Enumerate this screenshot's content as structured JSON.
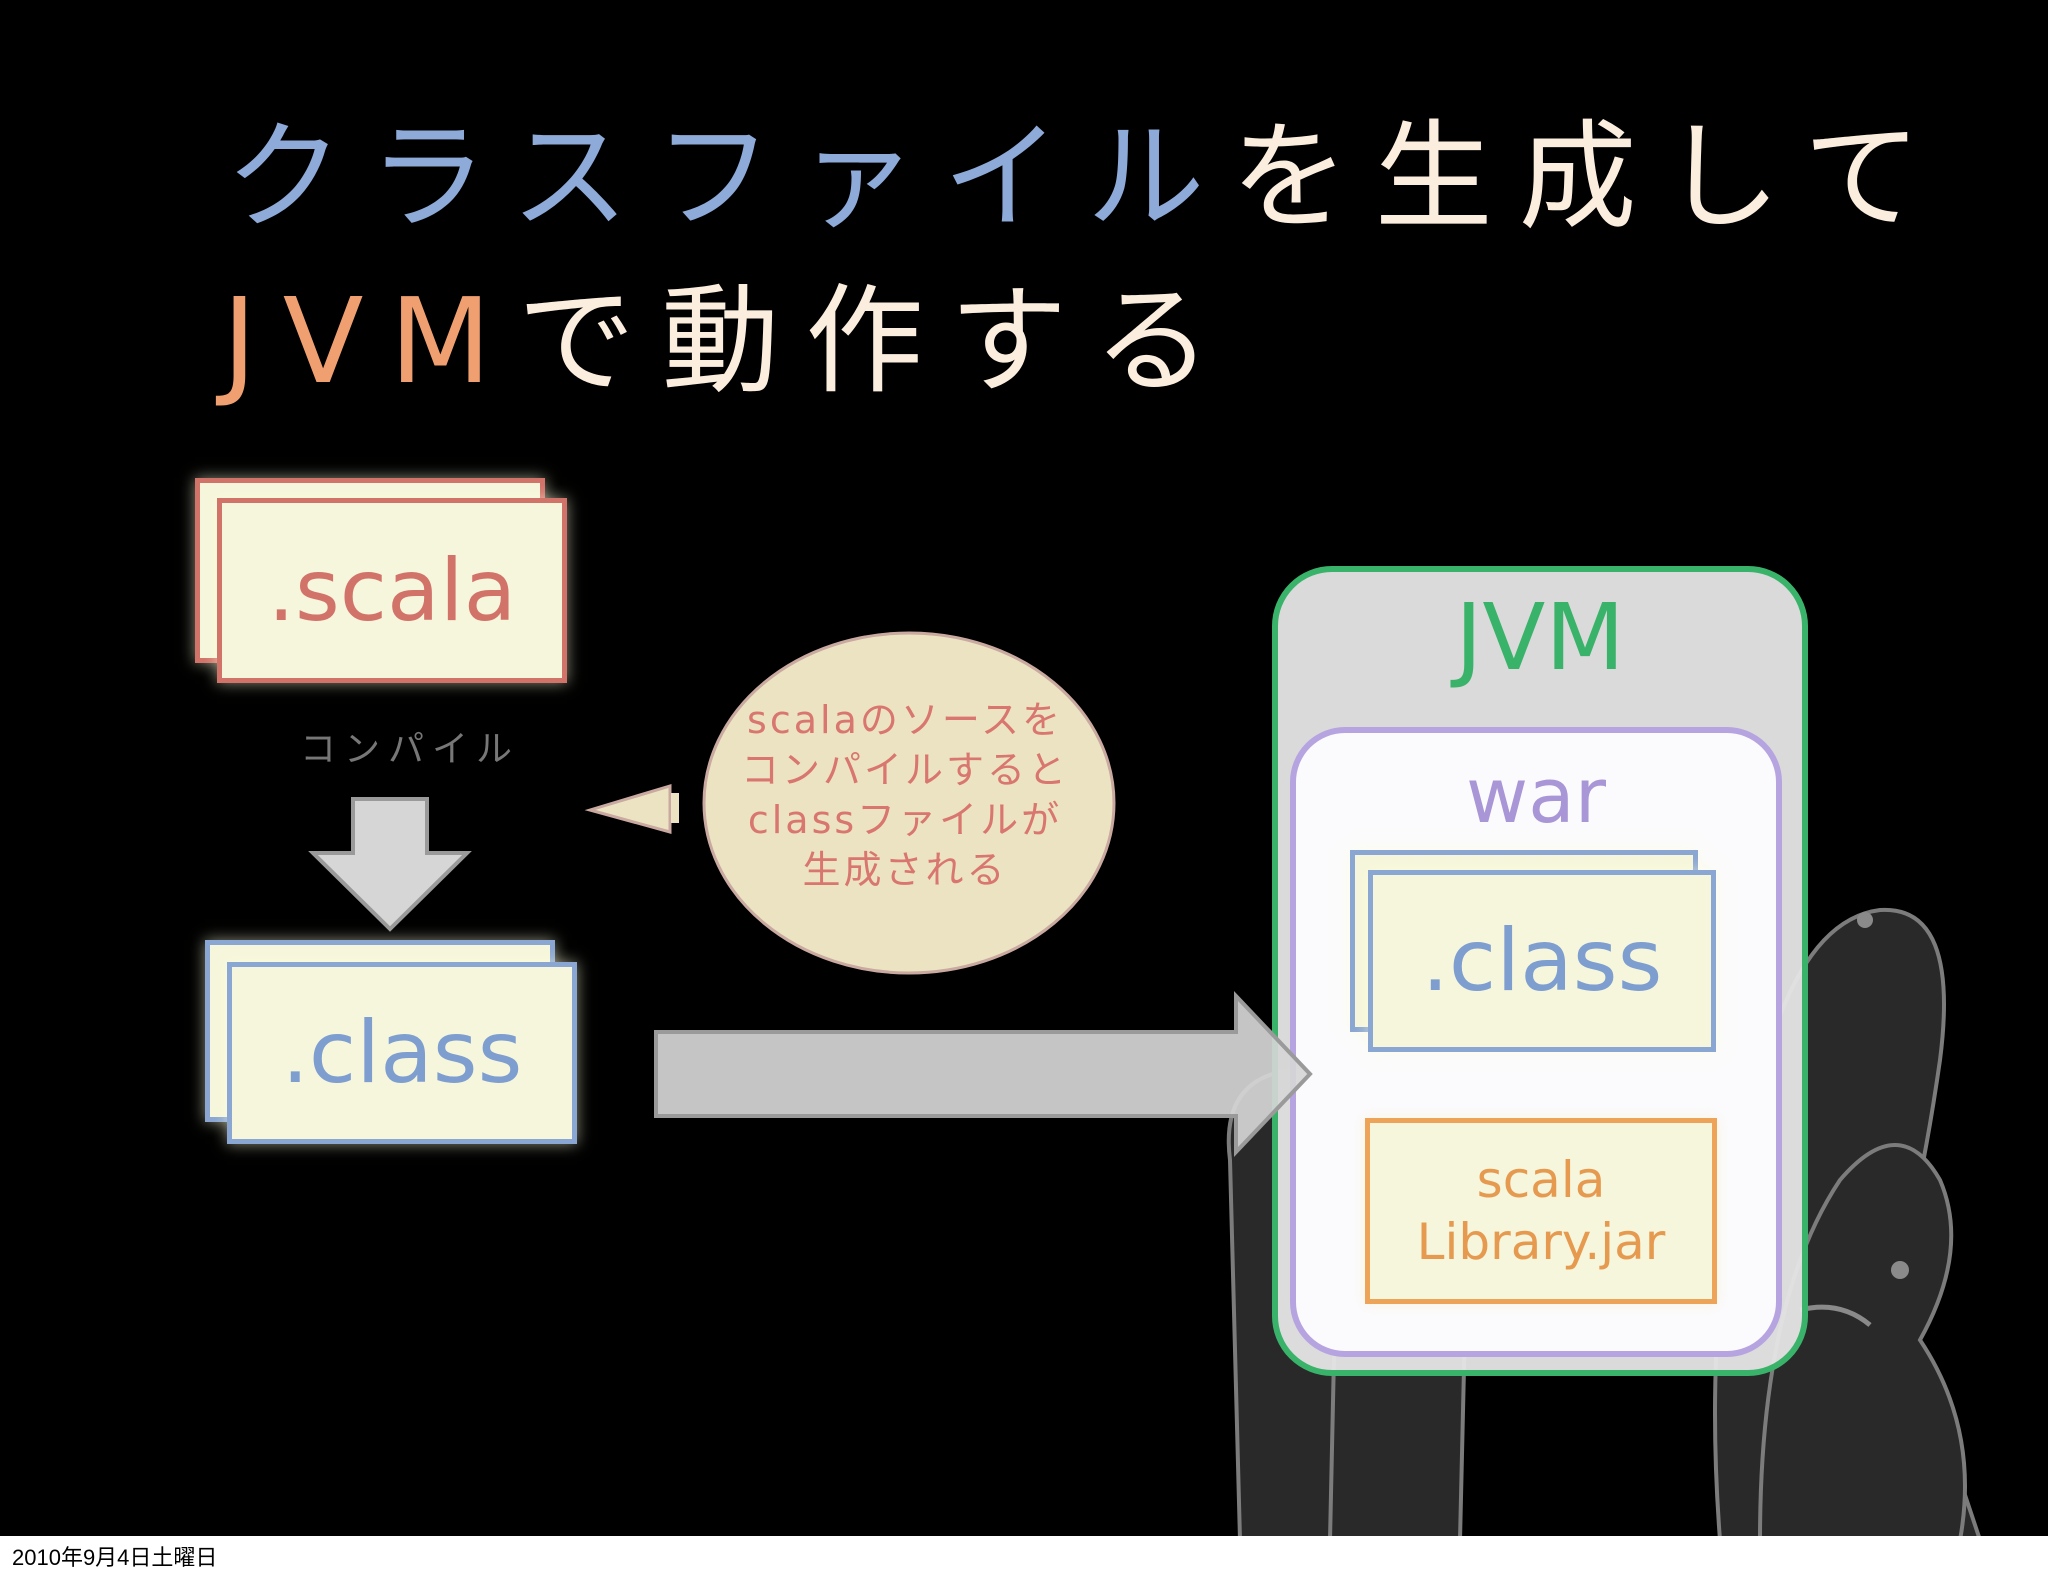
{
  "title": {
    "line1_blue": "クラスファイル",
    "line1_cream": "を生成して",
    "line2_orange": "JVM",
    "line2_cream": "で動作する"
  },
  "diagram": {
    "scala_file_label": ".scala",
    "compile_label": "コンパイル",
    "class_file_label": ".class",
    "bubble_lines": [
      "scalaのソースを",
      "コンパイルすると",
      "classファイルが",
      "生成される"
    ],
    "jvm_label": "JVM",
    "war_label": "war",
    "war_class_label": ".class",
    "jar_line1": "scala",
    "jar_line2": "Library.jar"
  },
  "footer": {
    "date": "2010年9月4日土曜日"
  },
  "colors": {
    "background": "#000000",
    "title_blue": "#8eaad8",
    "title_cream": "#fbeede",
    "title_orange": "#f0a070",
    "scala_red": "#d2736a",
    "class_blue": "#8aa6d2",
    "jvm_green": "#3ab36a",
    "war_purple": "#b6a4e0",
    "jar_orange": "#eea458",
    "bubble_fill": "#ebe3c2",
    "arrow_gray": "#d6d6d6"
  }
}
